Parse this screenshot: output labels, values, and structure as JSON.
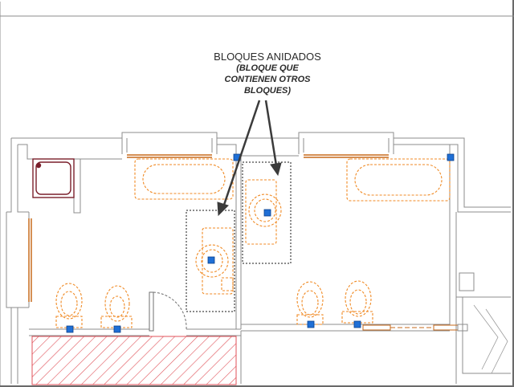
{
  "annotation": {
    "title": "BLOQUES ANIDADOS",
    "subtitle_lines": [
      "(BLOQUE QUE",
      "CONTIENEN OTROS",
      "BLOQUES)"
    ]
  },
  "colors": {
    "wall": "#8c8c8c",
    "wall_fill": "#f2f2f2",
    "block": "#f08a24",
    "grip": "#1f6fd6",
    "hatch": "#e0525a",
    "selection": "#1a1a1a",
    "arrow": "#3b3b3b",
    "tub": "#7a1f2b",
    "door": "#6f6f6f",
    "window": "#c76a1b"
  },
  "icons": {
    "grip": "grip-square-icon",
    "arrow": "leader-arrow-icon"
  }
}
